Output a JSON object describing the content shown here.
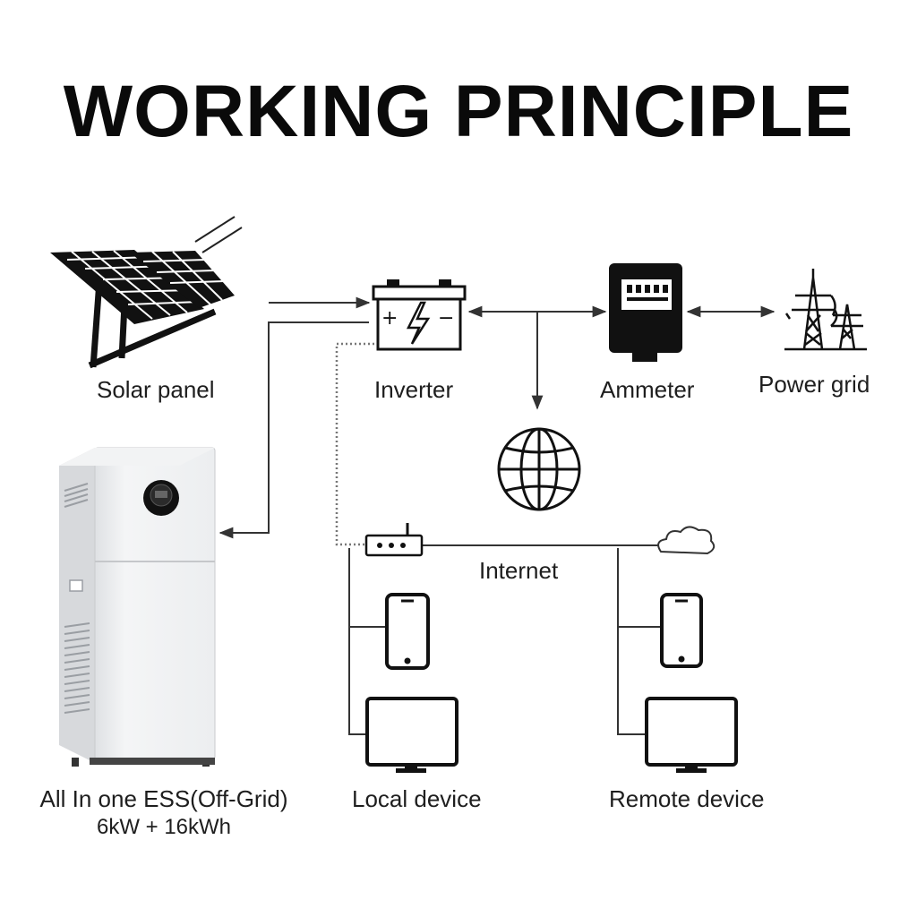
{
  "title": "WORKING PRINCIPLE",
  "labels": {
    "solar_panel": "Solar panel",
    "inverter": "Inverter",
    "ammeter": "Ammeter",
    "power_grid": "Power grid",
    "internet": "Internet",
    "ess_line1": "All In one ESS(Off-Grid)",
    "ess_line2": "6kW + 16kWh",
    "local_device": "Local device",
    "remote_device": "Remote device"
  },
  "icons": {
    "inverter_symbols": "+ ϟ −"
  },
  "colors": {
    "ink": "#111111",
    "ess_body": "#eeeff1",
    "line": "#3a3a3a"
  }
}
